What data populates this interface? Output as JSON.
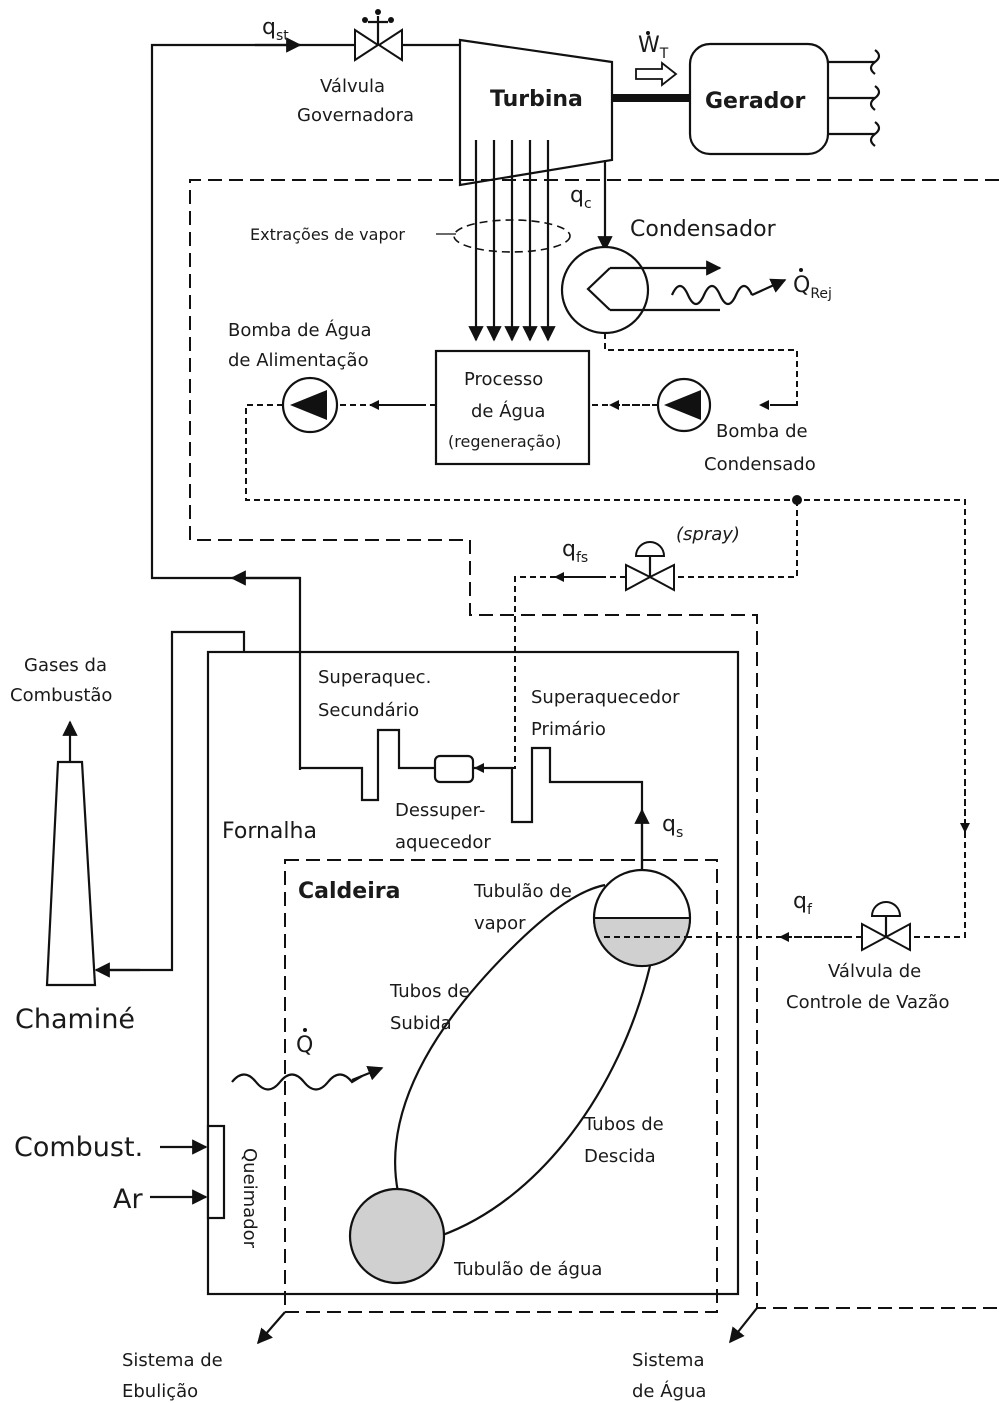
{
  "labels": {
    "q_st": "q",
    "q_st_sub": "st",
    "valve_gov_l1": "Válvula",
    "valve_gov_l2": "Governadora",
    "turbina": "Turbina",
    "gerador": "Gerador",
    "w_t": "W",
    "w_t_sub": "T",
    "q_c": "q",
    "q_c_sub": "c",
    "condensador": "Condensador",
    "q_rej": "Q",
    "q_rej_sub": "Rej",
    "extracoes": "Extrações de vapor",
    "bomba_alim_l1": "Bomba de Água",
    "bomba_alim_l2": "de Alimentação",
    "processo_l1": "Processo",
    "processo_l2": "de Água",
    "processo_l3": "(regeneração)",
    "bomba_cond_l1": "Bomba de",
    "bomba_cond_l2": "Condensado",
    "q_fs": "q",
    "q_fs_sub": "fs",
    "spray": "(spray)",
    "gases_l1": "Gases da",
    "gases_l2": "Combustão",
    "superaquec_sec_l1": "Superaquec.",
    "superaquec_sec_l2": "Secundário",
    "superaquec_prim_l1": "Superaquecedor",
    "superaquec_prim_l2": "Primário",
    "dessuper_l1": "Dessuper-",
    "dessuper_l2": "aquecedor",
    "fornalha": "Fornalha",
    "q_s": "q",
    "q_s_sub": "s",
    "caldeira": "Caldeira",
    "tubulacao_vapor_l1": "Tubulão de",
    "tubulacao_vapor_l2": "vapor",
    "q_f": "q",
    "q_f_sub": "f",
    "valvula_controle_l1": "Válvula de",
    "valvula_controle_l2": "Controle de Vazão",
    "chamine": "Chaminé",
    "tubos_subida_l1": "Tubos de",
    "tubos_subida_l2": "Subida",
    "q_dot": "Q",
    "tubos_descida_l1": "Tubos de",
    "tubos_descida_l2": "Descida",
    "combust": "Combust.",
    "ar": "Ar",
    "queimador": "Queimador",
    "tubulacao_agua": "Tubulão de água",
    "sistema_ebulicao_l1": "Sistema de",
    "sistema_ebulicao_l2": "Ebulição",
    "sistema_agua_l1": "Sistema",
    "sistema_agua_l2": "de Água"
  },
  "colors": {
    "line": "#111111",
    "water_fill": "#d0d0d0",
    "background": "#ffffff"
  }
}
